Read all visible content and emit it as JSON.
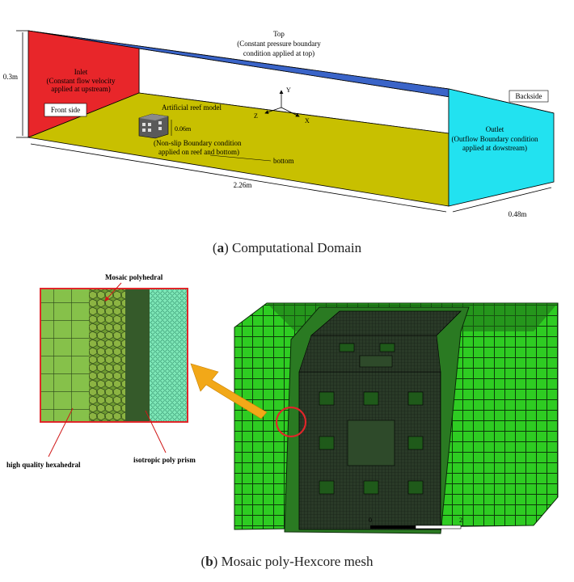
{
  "panel_a": {
    "caption_letter": "a",
    "caption_text": " Computational Domain",
    "top_label": "Top",
    "top_desc_1": "(Constant pressure boundary",
    "top_desc_2": "condition applied at top)",
    "inlet_label": "Inlet",
    "inlet_desc_1": "(Constant flow velocity",
    "inlet_desc_2": "applied at upstream)",
    "front_side": "Front side",
    "backside": "Backside",
    "outlet_label": "Outlet",
    "outlet_desc_1": "(Outflow Boundary condition",
    "outlet_desc_2": "applied at dowstream)",
    "height_dim": "0.3m",
    "length_dim": "2.26m",
    "width_dim": "0.48m",
    "reef_label": "Artificial reef model",
    "reef_dim": "0.06m",
    "noslip_1": "(Non-slip Boundary condition",
    "noslip_2": "applied on reef and bottom)",
    "bottom_label": "bottom",
    "axis_y": "Y",
    "axis_z": "Z",
    "axis_x": "X",
    "colors": {
      "top": "#3a64c8",
      "inlet": "#e8262a",
      "outlet": "#22e2f0",
      "bottom": "#c8c000"
    }
  },
  "panel_b": {
    "caption_letter": "b",
    "caption_text": " Mosaic poly-Hexcore mesh",
    "mosaic_label": "Mosaic polyhedral",
    "hex_label": "high quality hexahedral",
    "prism_label": "isotropic poly prism",
    "scale_start": "0",
    "scale_end": "2",
    "colors": {
      "mesh_green": "#22c41a",
      "dark_mesh": "#1e3a1c",
      "zoom_border": "#e0262a",
      "arrow": "#f2a818"
    }
  }
}
